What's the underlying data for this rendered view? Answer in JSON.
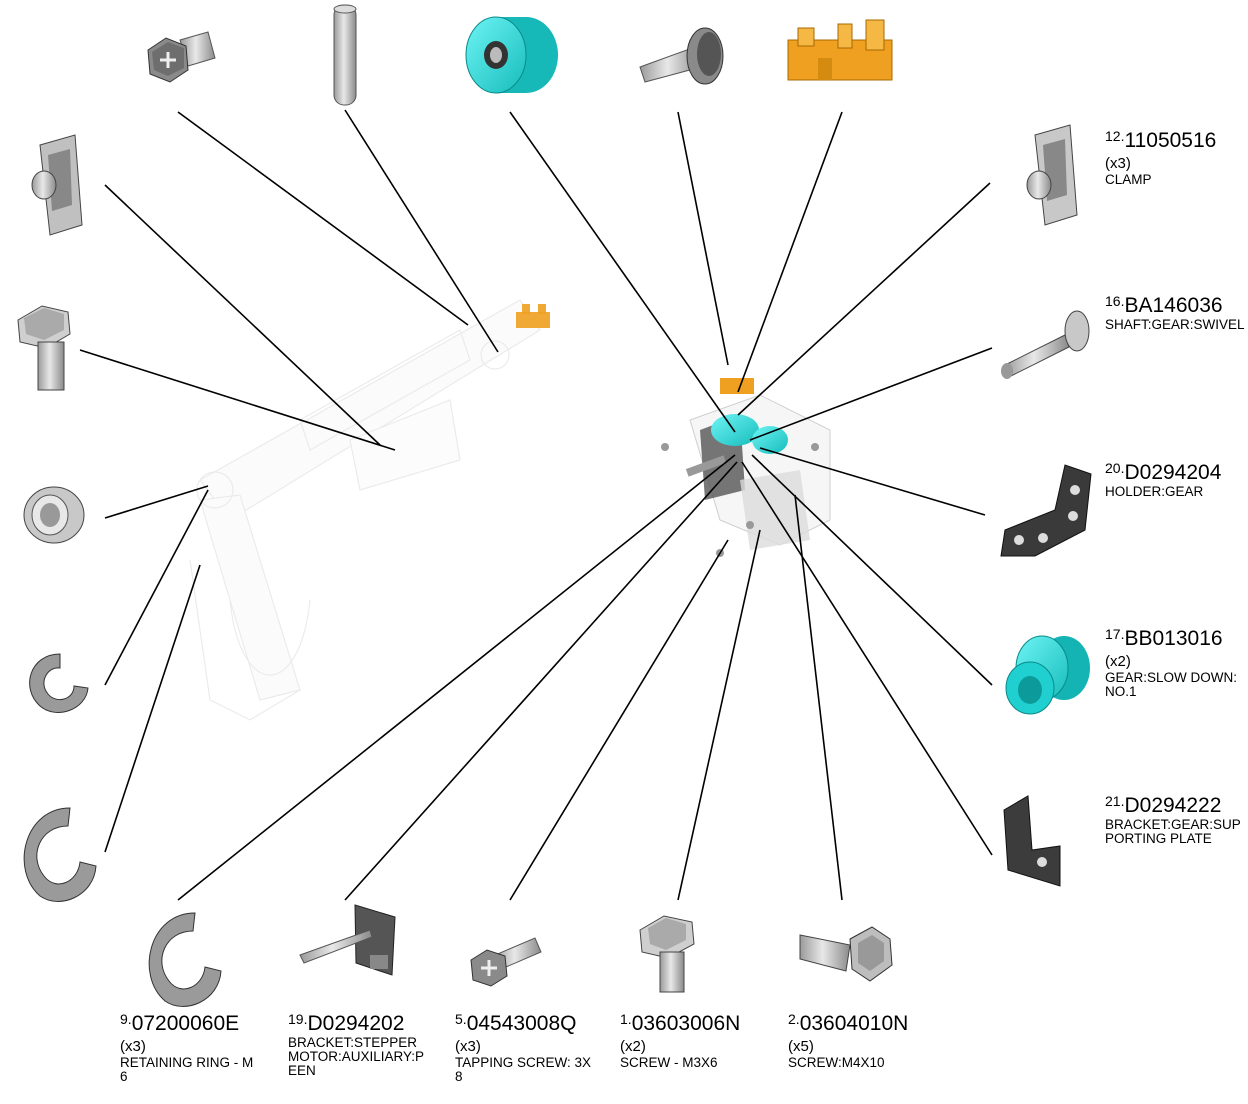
{
  "parts": [
    {
      "id": "p12",
      "index": "12.",
      "number": "11050516",
      "qty": "(x3)",
      "desc": "CLAMP"
    },
    {
      "id": "p16",
      "index": "16.",
      "number": "BA146036",
      "qty": "",
      "desc": "SHAFT:GEAR:SWIVEL"
    },
    {
      "id": "p20",
      "index": "20.",
      "number": "D0294204",
      "qty": "",
      "desc": "HOLDER:GEAR"
    },
    {
      "id": "p17",
      "index": "17.",
      "number": "BB013016",
      "qty": "(x2)",
      "desc": "GEAR:SLOW DOWN:NO.1"
    },
    {
      "id": "p21",
      "index": "21.",
      "number": "D0294222",
      "qty": "",
      "desc": "BRACKET:GEAR:SUPPORTING PLATE"
    },
    {
      "id": "p9",
      "index": "9.",
      "number": "07200060E",
      "qty": "(x3)",
      "desc": "RETAINING RING - M6"
    },
    {
      "id": "p19",
      "index": "19.",
      "number": "D0294202",
      "qty": "",
      "desc": "BRACKET:STEPPER MOTOR:AUXILIARY:PEEN"
    },
    {
      "id": "p5",
      "index": "5.",
      "number": "04543008Q",
      "qty": "(x3)",
      "desc": "TAPPING SCREW: 3X8"
    },
    {
      "id": "p1",
      "index": "1.",
      "number": "03603006N",
      "qty": "(x2)",
      "desc": "SCREW - M3X6"
    },
    {
      "id": "p2",
      "index": "2.",
      "number": "03604010N",
      "qty": "(x5)",
      "desc": "SCREW:M4X10"
    }
  ],
  "colors": {
    "gear": "#2ee0e0",
    "clip": "#f0a020",
    "metal": "#b8b8b8",
    "line": "#000000"
  },
  "icons": [
    "screw-flange-icon",
    "pin-icon",
    "gear-cyan-icon",
    "tapping-screw-icon",
    "clip-orange-icon",
    "clamp-icon",
    "hex-bolt-icon",
    "bushing-icon",
    "e-ring-small-icon",
    "e-ring-large-icon",
    "shaft-icon",
    "holder-icon",
    "gear-small-cyan-icon",
    "bracket-plate-icon",
    "stepper-bracket-icon"
  ]
}
